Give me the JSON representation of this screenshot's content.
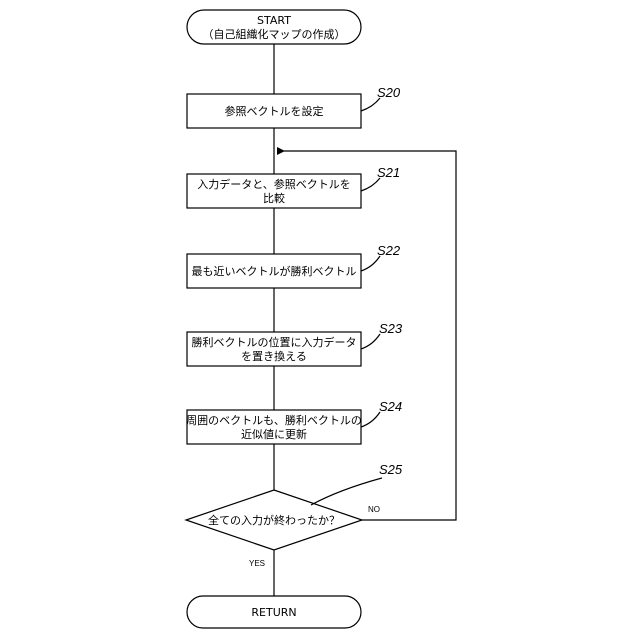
{
  "flowchart": {
    "start": {
      "line1": "START",
      "line2": "（自己組織化マップの作成）"
    },
    "steps": [
      {
        "label": "S20",
        "lines": [
          "参照ベクトルを設定"
        ]
      },
      {
        "label": "S21",
        "lines": [
          "入力データと、参照ベクトルを",
          "比較"
        ]
      },
      {
        "label": "S22",
        "lines": [
          "最も近いベクトルが勝利ベクトル"
        ]
      },
      {
        "label": "S23",
        "lines": [
          "勝利ベクトルの位置に入力データ",
          "を置き換える"
        ]
      },
      {
        "label": "S24",
        "lines": [
          "周囲のベクトルも、勝利ベクトルの",
          "近似値に更新"
        ]
      }
    ],
    "decision": {
      "label": "S25",
      "text": "全ての入力が終わったか？",
      "no": "NO",
      "yes": "YES"
    },
    "end": {
      "text": "RETURN"
    }
  }
}
